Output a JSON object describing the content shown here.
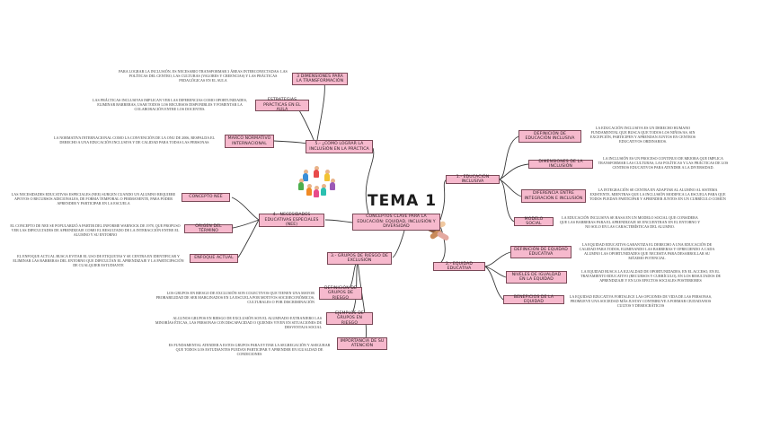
{
  "title": "TEMA 1",
  "center": "CONCEPTOS CLAVE PARA LA EDUCACIÓN: EQUIDAD, INCLUSIÓN Y DIVERSIDAD",
  "branches": {
    "educacion_inclusiva": "1.- EDUCACIÓN INCLUSIVA",
    "equidad_educativa": "2.- EQUIDAD EDUCATIVA",
    "grupos_riesgo": "3.- GRUPOS DE RIESGO DE EXCLUSIÓN",
    "nee": "4.- NECESIDADES EDUCATIVAS ESPECIALES (NEE)",
    "lograr_inclusion": "5.- ¿COMO LOGRAR LA INCLUSIÓN EN LA PRÁCTICA"
  },
  "sub": {
    "definicion_ei": "DEFINICIÓN DE EDUCACIÓN INCLUSIVA",
    "dimensiones_inclusion": "DIMENSIONES DE LA INCLUSIÓN",
    "diferencia": "DIFERENCIA ENTRE INTEGRACIÓN E INCLUSIÓN",
    "modelo_social": "MODELO SOCIAL",
    "definicion_equidad": "DEFINICIÓN DE EQUIDAD EDUCATIVA",
    "niveles_igualdad": "NIVELES DE IGUALDAD EN LA EQUIDAD",
    "beneficios_equidad": "BENEFICIOS DE LA EQUIDAD",
    "definicion_grupos": "DEFINICIÓN DE GRUPOS DE RIESGO",
    "ejemplos_grupos": "EJEMPLOS DE GRUPOS EN RIESGO",
    "importancia_atencion": "IMPORTANCIA DE SU ATENCIÓN",
    "concepto_nee": "CONCEPTO NEE",
    "origen_termino": "ORIGEN DEL TÉRMINO",
    "enfoque_actual": "ENFOQUE ACTUAL",
    "marco_normativo": "MARCO NORMATIVO INTERNACIONAL",
    "estrategias": "ESTRATEGIAS PRÁCTICAS EN EL AULA",
    "tres_dimensiones": "3 DIMENSIONES PARA LA TRANSFORMACIÓN"
  },
  "notes": {
    "definicion_ei": "LA EDUCACIÓN INCLUSIVA ES UN DERECHO HUMANO FUNDAMENTAL QUE BUSCA QUE TODOS LOS NIÑOS/AS, SIN EXCEPCIÓN, PARTICIPEN Y APRENDAN JUNTOS EN CENTROS EDUCATIVOS ORDINARIOS.",
    "dimensiones_inclusion": "LA INCLUSIÓN ES UN PROCESO CONTINUO DE MEJORA QUE IMPLICA TRANSFORMAR LAS CULTURAS, LAS POLÍTICAS Y LAS PRÁCTICAS DE LOS CENTROS EDUCATIVOS PARA ATENDER A LA DIVERSIDAD.",
    "diferencia": "LA INTEGRACIÓN SE CENTRA EN ADAPTAR AL ALUMNO AL SISTEMA EXISTENTE, MIENTRAS QUE LA INCLUSIÓN MODIFICA LA ESCUELA PARA QUE TODOS PUEDAN PARTICIPAR Y APRENDER JUNTOS EN UN CURRÍCULO COMÚN",
    "modelo_social": "LA EDUCACIÓN INCLUSIVA SE BASA EN UN MODELO SOCIAL QUE CONSIDERA QUE LAS BARRERAS PARA EL APRENDIZAJE SE ENCUENTRAN EN EL ENTORNO Y NO SOLO EN LAS CARACTERÍSTICAS DEL ALUMNO.",
    "definicion_equidad": "LA EQUIDAD EDUCATIVA GARANTIZA EL DERECHO A UNA EDUCACIÓN DE CALIDAD PARA TODOS, ELIMINANDO LAS BARRERAS Y OFRECIENDO A CADA ALUMNO LAS OPORTUNIDADES QUE NECESITA PARA DESARROLLAR SU MÁXIMO POTENCIAL",
    "niveles_igualdad": "LA EQUIDAD BUSCA LA IGUALDAD DE OPORTUNIDADES, EN EL ACCESO, EN EL TRATAMIENTO EDUCATIVO (RECURSOS Y CURRÍCULO), EN LOS RESULTADOS DE APRENDIZAJE Y EN LOS EFECTOS SOCIALES POSTERIORES",
    "beneficios_equidad": "LA EQUIDAD EDUCATIVA FORTALECE LAS OPCIONES DE VIDA DE LAS PERSONAS, PROMUEVE UNA SOCIEDAD MÁS JUSTAY CONTRIBUYE A FORMAR CIUDADANOS CULTOS Y DEMOCRÁTICOS",
    "definicion_grupos": "LOS GRUPOS EN RIESGO DE EXCLUSIÓN SON COLECTIVOS QUE TIENEN UNA MAYOR PROBABILIDAD DE SER MARGINADOS EN LA ESCUELA POR MOTIVOS SOCIOECONÓMICOS, CULTURALES O POR DISCRIMINACIÓN",
    "ejemplos_grupos": "ALGUNOS GRUPOS EN RIESGO DE EXCLUSIÓN SON EL ALUMNADO EXTRANJERO LAS MINORÍAS ÉTICAS, LAS PERSONAS CON DISCAPACIDAD O QUIENES VIVEN EN SITUACIONES DE DESVENTAJA SOCIAL",
    "importancia_atencion": "ES FUNDAMENTAL ATENDER A ESTOS GRUPOS PARA EVITAR LA SEGREGACIÓN Y ASEGURAR QUE TODOS LOS ESTUDIANTES PUEDAN PARTICIPAR Y APRENDER EN IGUALDAD DE CONDICIONES",
    "concepto_nee": "LAS NECESIDADES EDUCATIVAS ESPECIALES (NEE) SURGEN CUANDO UN ALUMNO REQUIERE APOYOS O RECURSOS ADICIONALES, DE FORMA TEMPORAL O PERMANENTE, PARA PODER APRENDER Y PARTICIPAR EN LA ESCUELA",
    "origen_termino": "EL CONCEPTO DE NEE SE POPULARIZÓ A PARTIR DEL INFORME WARNOCK DE 1978, QUE PROPUSO VER LAS DIFICULTADES DE APRENDIZAJE COMO EL RESULTADO DE LA INTERACCIÓN ENTRE EL ALUMNO Y SU ENTORNO",
    "enfoque_actual": "EL ENFOQUE ACTUAL BUSCA EVITAR EL USO DE ETIQUETAS Y SE CENTRA EN IDENTIFICAR Y ELIMINAR LAS BARRERAS DEL ENTORNO QUE DIFICULTAN EL APRENDIZAJE Y LA PARTICIPACIÓN DE CUALQUIER ESTUDIANTE",
    "marco_normativo": "LA NORMATIVA INTERNACIONAL COMO LA CONVENCIÓN DE LA ONU DE 2006, RESPALDA EL DERECHO A UNA EDUCACIÓN INCLUSIVA Y DE CALIDAD PARA TODAS LAS PERSONAS",
    "estrategias": "LAS PRÁCTICAS INCLUSIVAS IMPLICAN VER LAS DIFERENCIAS COMO OPORTUNIDADES, ELIMINAR BARRERAS, USAR TODOS LOS RECURSOS DISPONIBLES Y FOMENTAR LA COLABORACIÓN ENTRE LOS DOCENTES.",
    "tres_dimensiones": "PARA LOGRAR LA INCLUSIÓN, ES NECESARIO TRANSFORMAR 3 ÁREAS INTERCONECTADAS: LAS POLÍTICAS DEL CENTRO, LAS CULTURAS (VALORES Y CREENCIAS) Y LAS PRÁCTICAS PEDAGÓGICAS EN EL AULA"
  },
  "colors": {
    "node": "#f6b9cd",
    "line": "#3a3a3a"
  }
}
